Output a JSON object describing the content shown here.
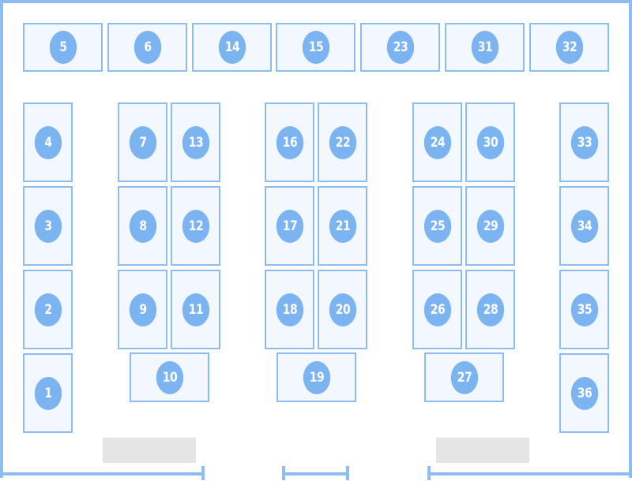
{
  "booths": [
    {
      "id": "5",
      "label": "5",
      "orientation": "horizontal"
    },
    {
      "id": "6",
      "label": "6",
      "orientation": "horizontal"
    },
    {
      "id": "14",
      "label": "14",
      "orientation": "horizontal"
    },
    {
      "id": "15",
      "label": "15",
      "orientation": "horizontal"
    },
    {
      "id": "23",
      "label": "23",
      "orientation": "horizontal"
    },
    {
      "id": "31",
      "label": "31",
      "orientation": "horizontal"
    },
    {
      "id": "32",
      "label": "32",
      "orientation": "horizontal"
    },
    {
      "id": "4",
      "label": "4",
      "orientation": "vertical"
    },
    {
      "id": "3",
      "label": "3",
      "orientation": "vertical"
    },
    {
      "id": "2",
      "label": "2",
      "orientation": "vertical"
    },
    {
      "id": "1",
      "label": "1",
      "orientation": "vertical"
    },
    {
      "id": "7",
      "label": "7",
      "orientation": "vertical"
    },
    {
      "id": "8",
      "label": "8",
      "orientation": "vertical"
    },
    {
      "id": "9",
      "label": "9",
      "orientation": "vertical"
    },
    {
      "id": "13",
      "label": "13",
      "orientation": "vertical"
    },
    {
      "id": "12",
      "label": "12",
      "orientation": "vertical"
    },
    {
      "id": "11",
      "label": "11",
      "orientation": "vertical"
    },
    {
      "id": "10",
      "label": "10",
      "orientation": "horizontal"
    },
    {
      "id": "16",
      "label": "16",
      "orientation": "vertical"
    },
    {
      "id": "17",
      "label": "17",
      "orientation": "vertical"
    },
    {
      "id": "18",
      "label": "18",
      "orientation": "vertical"
    },
    {
      "id": "22",
      "label": "22",
      "orientation": "vertical"
    },
    {
      "id": "21",
      "label": "21",
      "orientation": "vertical"
    },
    {
      "id": "20",
      "label": "20",
      "orientation": "vertical"
    },
    {
      "id": "19",
      "label": "19",
      "orientation": "horizontal"
    },
    {
      "id": "24",
      "label": "24",
      "orientation": "vertical"
    },
    {
      "id": "25",
      "label": "25",
      "orientation": "vertical"
    },
    {
      "id": "26",
      "label": "26",
      "orientation": "vertical"
    },
    {
      "id": "30",
      "label": "30",
      "orientation": "vertical"
    },
    {
      "id": "29",
      "label": "29",
      "orientation": "vertical"
    },
    {
      "id": "28",
      "label": "28",
      "orientation": "vertical"
    },
    {
      "id": "27",
      "label": "27",
      "orientation": "horizontal"
    },
    {
      "id": "33",
      "label": "33",
      "orientation": "vertical"
    },
    {
      "id": "34",
      "label": "34",
      "orientation": "vertical"
    },
    {
      "id": "35",
      "label": "35",
      "orientation": "vertical"
    },
    {
      "id": "36",
      "label": "36",
      "orientation": "vertical"
    }
  ],
  "colors": {
    "wall": "#8dbdf0",
    "booth_border": "#8dbdf0",
    "booth_fill": "#f2f8fe",
    "badge_fill": "#7cb4f2",
    "badge_text": "#ffffff",
    "blocked_area": "#e5e5e5"
  }
}
